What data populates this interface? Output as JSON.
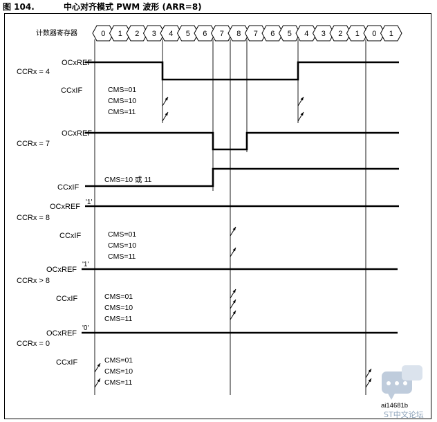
{
  "figure": {
    "number": "图 104.",
    "title": "中心对齐模式 PWM 波形 (ARR=8)"
  },
  "counter": {
    "label": "计数器寄存器",
    "values": [
      "0",
      "1",
      "2",
      "3",
      "4",
      "5",
      "6",
      "7",
      "8",
      "7",
      "6",
      "5",
      "4",
      "3",
      "2",
      "1",
      "0",
      "1"
    ]
  },
  "sections": [
    {
      "ccr_label": "CCRx = 4",
      "ocref_label": "OCxREF",
      "ccif_label": "CCxIF",
      "cms": [
        "CMS=01",
        "CMS=10",
        "CMS=11"
      ],
      "level_mark": ""
    },
    {
      "ccr_label": "CCRx = 7",
      "ocref_label": "OCxREF",
      "ccif_label": "CCxIF",
      "cms_note": "CMS=10 或 11",
      "level_mark": ""
    },
    {
      "ccr_label": "CCRx = 8",
      "ocref_label": "OCxREF",
      "ccif_label": "CCxIF",
      "cms": [
        "CMS=01",
        "CMS=10",
        "CMS=11"
      ],
      "level_mark": "'1'"
    },
    {
      "ccr_label": "CCRx > 8",
      "ocref_label": "OCxREF",
      "ccif_label": "CCxIF",
      "cms": [
        "CMS=01",
        "CMS=10",
        "CMS=11"
      ],
      "level_mark": "'1'"
    },
    {
      "ccr_label": "CCRx = 0",
      "ocref_label": "OCxREF",
      "ccif_label": "CCxIF",
      "cms": [
        "CMS=01",
        "CMS=10",
        "CMS=11"
      ],
      "level_mark": "'0'"
    }
  ],
  "figure_id": "ai14681b",
  "watermark": {
    "text": "ST中文论坛",
    "icon": "chat-bubble-icon",
    "color": "#8aa0b8"
  }
}
